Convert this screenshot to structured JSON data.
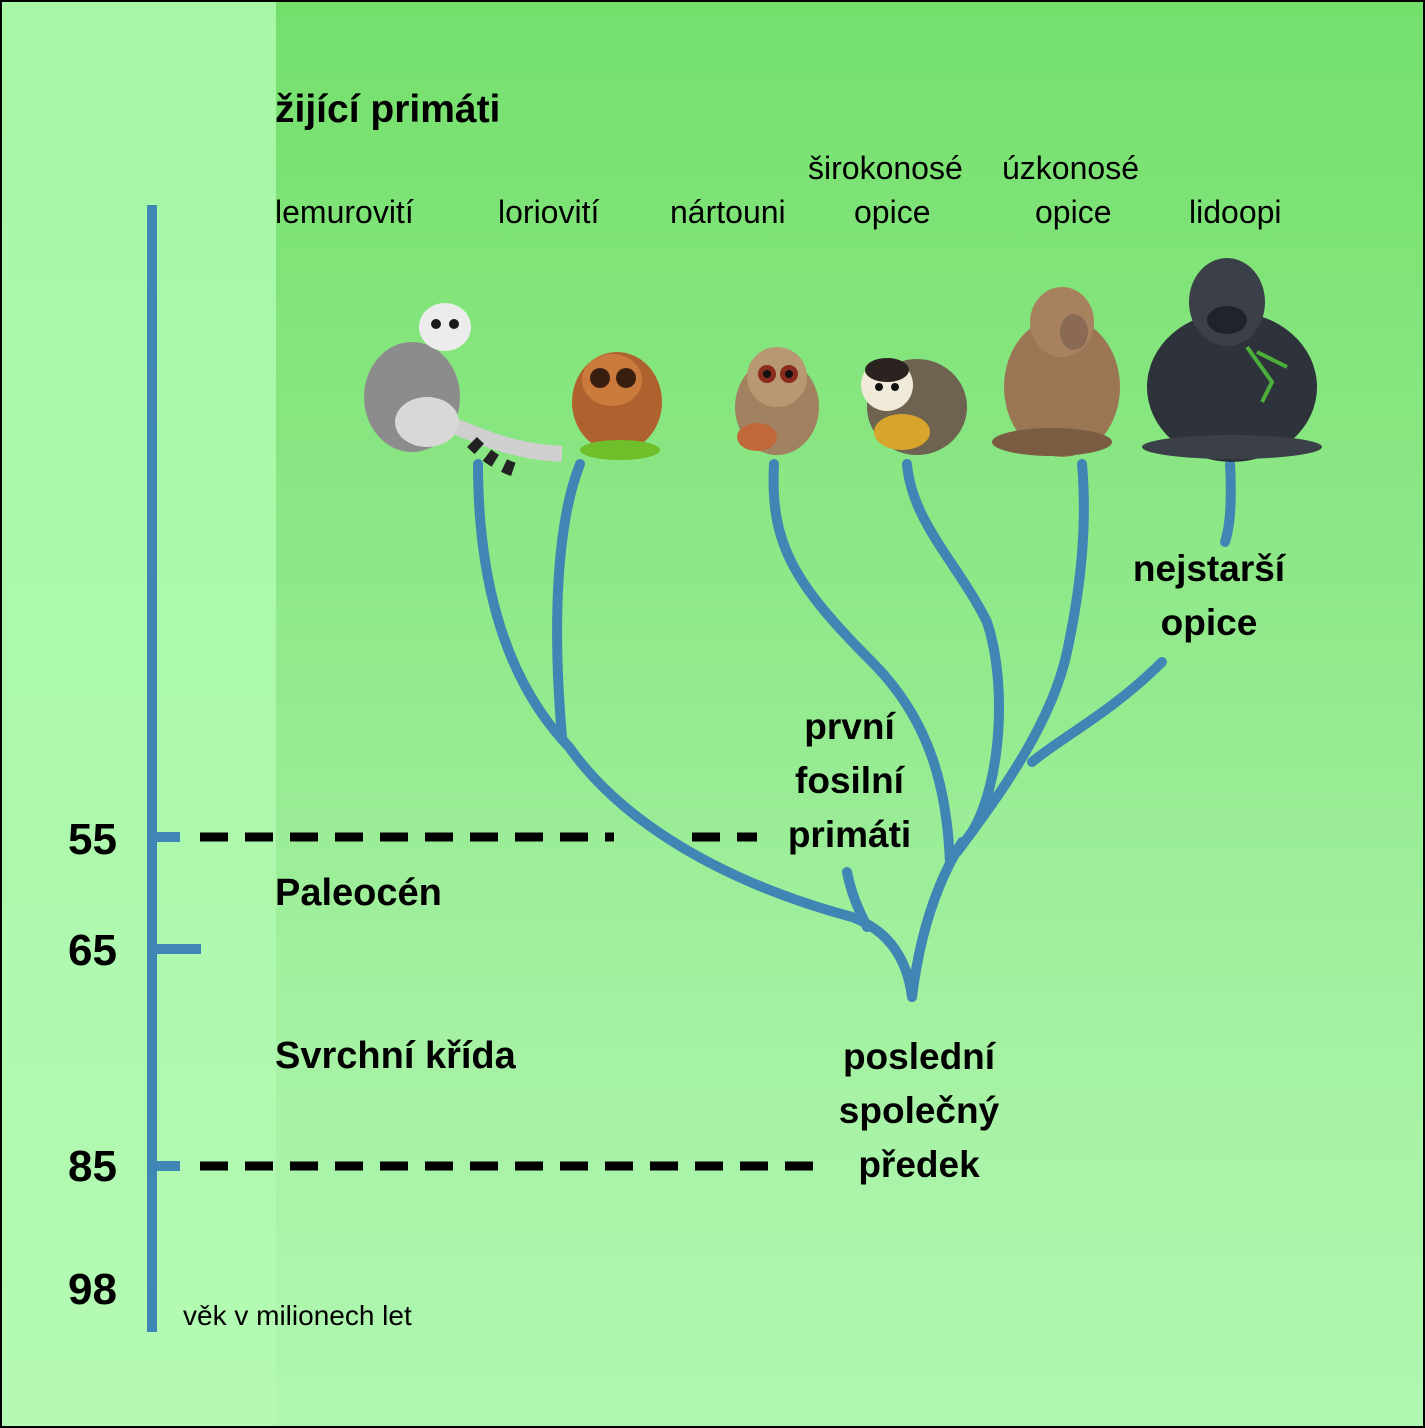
{
  "title": "žijící primáti",
  "taxa": {
    "lemur": "lemurovití",
    "loris": "loriovití",
    "tarsier": "nártouni",
    "newworld_top": "širokonosé",
    "newworld_bottom": "opice",
    "oldworld_top": "úzkonosé",
    "oldworld_bottom": "opice",
    "apes": "lidoopi"
  },
  "labels": {
    "oldest_monkeys": [
      "nejstarší",
      "opice"
    ],
    "first_fossil": [
      "první",
      "fosilní",
      "primáti"
    ],
    "common_ancestor": [
      "poslední",
      "společný",
      "předek"
    ]
  },
  "periods": {
    "paleocene": "Paleocén",
    "upper_cretaceous": "Svrchní křída"
  },
  "timeline": {
    "ticks": [
      "55",
      "65",
      "85",
      "98"
    ],
    "unit": "věk v milionech let"
  },
  "colors": {
    "branch": "#3f86b5",
    "background_top": "#74e06c",
    "background_bottom": "#b0f7b2",
    "band": "#aef8ae"
  },
  "icons": [
    "lemur-photo",
    "loris-photo",
    "tarsier-photo",
    "squirrel-monkey-photo",
    "baboon-photo",
    "gorilla-photo"
  ]
}
